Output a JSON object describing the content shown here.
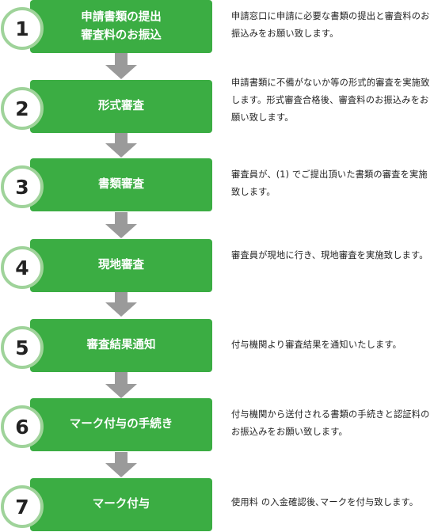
{
  "steps": [
    {
      "number": "1",
      "title": "申請書類の提出\n審査料のお振込",
      "description": "申請窓口に申請に必要な書類の提出と審査料のお振込みをお願い致します。"
    },
    {
      "number": "2",
      "title": "形式審査",
      "description": "申請書類に不備がないか等の形式的審査を実施致します。形式審査合格後、審査料のお振込みをお願い致します。"
    },
    {
      "number": "3",
      "title": "書類審査",
      "description": "審査員が、(1) でご提出頂いた書類の審査を実施致します。"
    },
    {
      "number": "4",
      "title": "現地審査",
      "description": "審査員が現地に行き、現地審査を実施致します。"
    },
    {
      "number": "5",
      "title": "審査結果通知",
      "description": "付与機関より審査結果を通知いたします。"
    },
    {
      "number": "6",
      "title": "マーク付与の手続き",
      "description": "付与機関から送付される書類の手続きと認証料のお振込みをお願い致します。"
    },
    {
      "number": "7",
      "title": "マーク付与",
      "description": "使用料 の入金確認後､マークを付与致します。"
    }
  ]
}
